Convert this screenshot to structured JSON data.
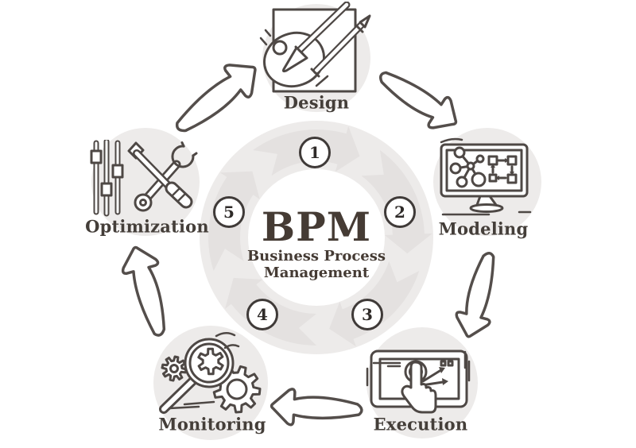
{
  "title": {
    "main": "BPM",
    "line1": "Business Process",
    "line2": "Management"
  },
  "steps": [
    {
      "num": "1",
      "label": "Design",
      "icon": "palette-brush-pencil-icon"
    },
    {
      "num": "2",
      "label": "Modeling",
      "icon": "monitor-flowchart-icon"
    },
    {
      "num": "3",
      "label": "Execution",
      "icon": "touchscreen-hand-icon"
    },
    {
      "num": "4",
      "label": "Monitoring",
      "icon": "magnifier-gears-icon"
    },
    {
      "num": "5",
      "label": "Optimization",
      "icon": "sliders-tools-icon"
    }
  ],
  "colors": {
    "ink": "#4e4845",
    "text": "#443e39",
    "title_text": "#453b34",
    "disc_gray": "#edebea",
    "ring_gray": "#e4e1e0",
    "white": "#ffffff"
  }
}
